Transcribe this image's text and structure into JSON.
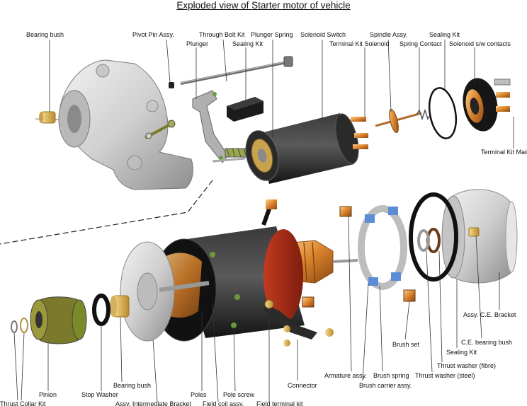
{
  "title": "Exploded view of Starter motor of vehicle",
  "labels": {
    "bearing_bush_top": "Bearing bush",
    "pivot_pin_assy": "Pivot Pin Assy.",
    "plunger": "Plunger",
    "through_bolt_kit": "Through Bolt Kit",
    "sealing_kit_plunger": "Sealing Kit",
    "plunger_spring": "Plunger Spring",
    "solenoid_switch": "Solenoid Switch",
    "terminal_kit_solenoid": "Terminal Kit Solenoid",
    "spindle_assy": "Spindle Assy.",
    "spring_contact": "Spring Contact",
    "sealing_kit_top": "Sealing Kit",
    "solenoid_sw_contacts": "Solenoid s/w contacts",
    "terminal_kit_main": "Terminal Kit Main",
    "assy_ce_bracket": "Assy. C.E. Bracket",
    "ce_bearing_bush": "C.E. bearing bush",
    "sealing_kit_bottom": "Sealing Kit",
    "thrust_washer_fibre": "Thrust washer (fibre)",
    "thrust_washer_steel": "Thrust washer (steel)",
    "brush_set": "Brush set",
    "brush_spring": "Brush spring",
    "brush_carrier_assy": "Brush carrier assy.",
    "armature_assy": "Armature assy.",
    "connector": "Connector",
    "field_terminal_kit": "Field terminal kit",
    "pole_screw": "Pole screw",
    "field_coil_assy": "Field coil assy.",
    "poles": "Poles",
    "assy_intermediate_bracket": "Assy. Intermediate Bracket",
    "bearing_bush_bottom": "Bearing bush",
    "stop_washer": "Stop Washer",
    "pinion": "Pinion",
    "thrust_collar_kit": "Thrust Collar Kit"
  },
  "colors": {
    "metal_light": "#d9d9d9",
    "metal_dark": "#8f8f8f",
    "copper": "#d9822b",
    "brass": "#e0b050",
    "black": "#1e1e1e",
    "leader": "#333333"
  }
}
